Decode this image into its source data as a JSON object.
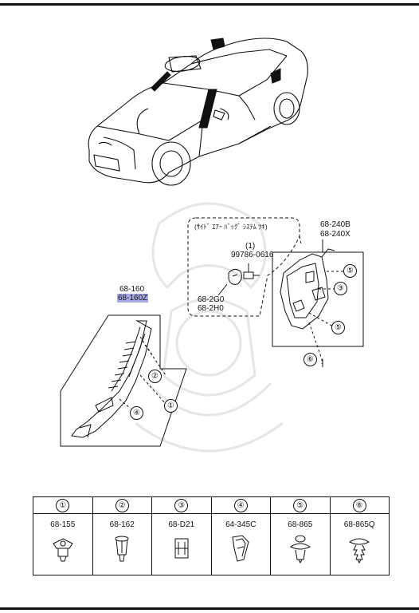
{
  "note_label": "(ｻｲﾄﾞ ｴｱｰ ﾊﾞｯｸﾞ ｼｽﾃﾑ ﾂｷ)",
  "pillar_upper": {
    "codes": [
      "68-240B",
      "68-240X"
    ]
  },
  "clip_part": {
    "qty": "(1)",
    "code": "99786-0616"
  },
  "side_trim": {
    "codes": [
      "68-2G0",
      "68-2H0"
    ]
  },
  "pillar_lower": {
    "code": "68-160",
    "code_highlight": "68-160Z",
    "highlight_color": "#a8a8e6"
  },
  "callouts": [
    "①",
    "②",
    "③",
    "④",
    "⑤",
    "⑥"
  ],
  "parts_table": {
    "items": [
      {
        "num": "①",
        "code": "68-155",
        "icon": "trim-clip-icon"
      },
      {
        "num": "②",
        "code": "68-162",
        "icon": "push-pin-icon"
      },
      {
        "num": "③",
        "code": "68-D21",
        "icon": "retainer-clip-icon"
      },
      {
        "num": "④",
        "code": "64-345C",
        "icon": "spring-clip-icon"
      },
      {
        "num": "⑤",
        "code": "68-865",
        "icon": "rivet-clip-icon"
      },
      {
        "num": "⑥",
        "code": "68-865Q",
        "icon": "fir-tree-clip-icon"
      }
    ]
  }
}
